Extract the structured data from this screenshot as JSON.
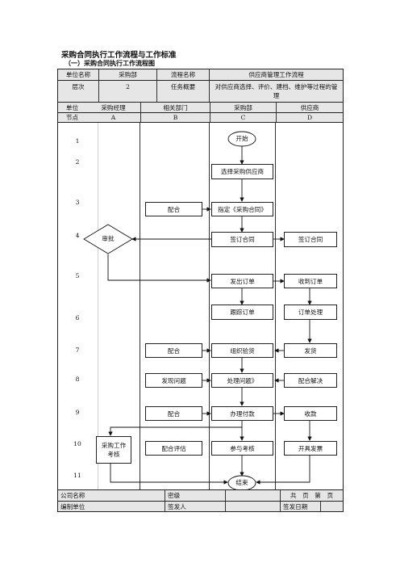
{
  "title": "采购合同执行工作流程与工作标准",
  "subtitle": "（一）采购合同执行工作流程图",
  "header": {
    "unit_name_label": "单位名称",
    "unit_name_value": "采购部",
    "process_name_label": "流程名称",
    "process_name_value": "供应商管理工作流程",
    "level_label": "层次",
    "level_value": "2",
    "task_label": "任务概要",
    "task_value": "对供应商选择、评价、建档、维护等过程的管理"
  },
  "columns": {
    "unit_label": "单位",
    "node_label": "节点",
    "names": [
      "采购经理",
      "相关部门",
      "采购部",
      "供应商"
    ],
    "codes": [
      "A",
      "B",
      "C",
      "D"
    ]
  },
  "row_numbers": [
    "1",
    "2",
    "3",
    "4",
    "5",
    "6",
    "7",
    "8",
    "9",
    "10",
    "11"
  ],
  "nodes": {
    "start": "开始",
    "c_select": "选择采购供应商",
    "b_cooperate3": "配合",
    "c_assign": "指定《采购合同》",
    "a_approve": "审批",
    "c_sign": "签订合同",
    "d_sign": "签订合同",
    "c_order": "发出订单",
    "d_receive": "收到订单",
    "c_track": "跟踪订单",
    "d_process": "订单处理",
    "b_cooperate7": "配合",
    "c_inspect": "组织验货",
    "d_ship": "发货",
    "b_find": "发现问题",
    "c_handle": "处理问题》",
    "d_resolve": "配合解决",
    "b_cooperate9": "配合",
    "c_pay": "办理付款",
    "d_collect": "收款",
    "a_evaluate": "采购工作考核",
    "b_eval_coop": "配合评估",
    "c_join": "参与考核",
    "d_invoice": "开具发票",
    "end": "结束"
  },
  "footer": {
    "company_label": "公司名称",
    "secret_label": "密级",
    "pages_text": "共　页　第　页",
    "editor_label": "编制单位",
    "issuer_label": "签发人",
    "issue_date_label": "签发日期"
  }
}
